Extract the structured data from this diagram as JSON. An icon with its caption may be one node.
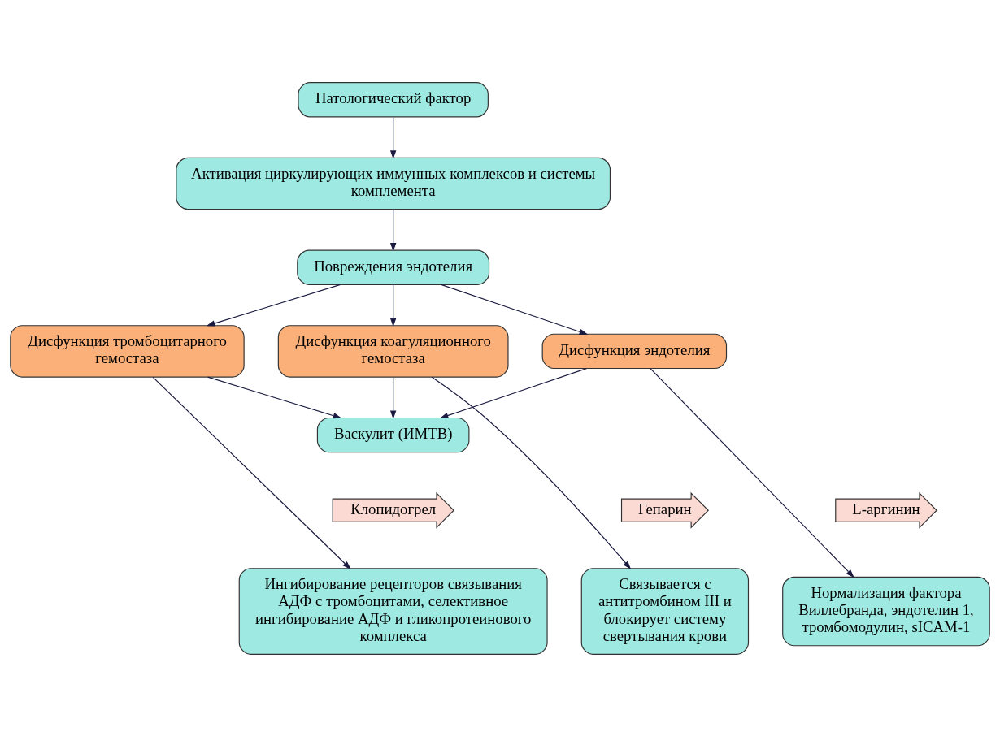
{
  "diagram": {
    "nodes": [
      {
        "text": [
          "Патологический фактор"
        ]
      },
      {
        "text": [
          "Активация циркулирующих иммунных комплексов и системы комплемента"
        ]
      },
      {
        "text": [
          "Повреждения эндотелия"
        ]
      },
      {
        "text": [
          "Дисфункция эндотелия"
        ]
      },
      {
        "text": [
          "Дисфункция тромбоцитарного гемостаза"
        ]
      },
      {
        "text": [
          "Дисфункция коагуляционного гемостаза"
        ]
      },
      {
        "text": [
          "Васкулит (ИМТВ)"
        ]
      },
      {
        "text": [
          "L-аргинин"
        ]
      },
      {
        "text": [
          "Клопидогрел"
        ]
      },
      {
        "text": [
          "Гепарин"
        ]
      },
      {
        "text": [
          "Нормализация фактора Виллебранда, эндотелин 1, тромбомодулин, sICAM-1"
        ]
      },
      {
        "text": [
          "Ингибирование рецепторов связывания АДФ с тромбоцитами, селективное ингибирование АДФ и гликопротеинового комплекса"
        ]
      },
      {
        "text": [
          "Связывается с антитромбином III и блокирует систему свертывания крови"
        ]
      }
    ],
    "edges": [
      {
        "from": 0,
        "to": 1,
        "arrow": "to"
      },
      {
        "from": 1,
        "to": 2,
        "arrow": "to"
      },
      {
        "from": 2,
        "to": 3,
        "arrow": "to"
      },
      {
        "from": 2,
        "to": 4,
        "arrow": "to"
      },
      {
        "from": 2,
        "to": 5,
        "arrow": "to"
      },
      {
        "from": 3,
        "to": 6,
        "arrow": "to"
      },
      {
        "from": 4,
        "to": 6,
        "arrow": "to"
      },
      {
        "from": 5,
        "to": 6,
        "arrow": "to"
      },
      {
        "from": 3,
        "to": 10,
        "arrow": "to"
      },
      {
        "from": 4,
        "to": 11,
        "arrow": "to"
      },
      {
        "from": 5,
        "to": 12,
        "arrow": "to"
      }
    ]
  }
}
